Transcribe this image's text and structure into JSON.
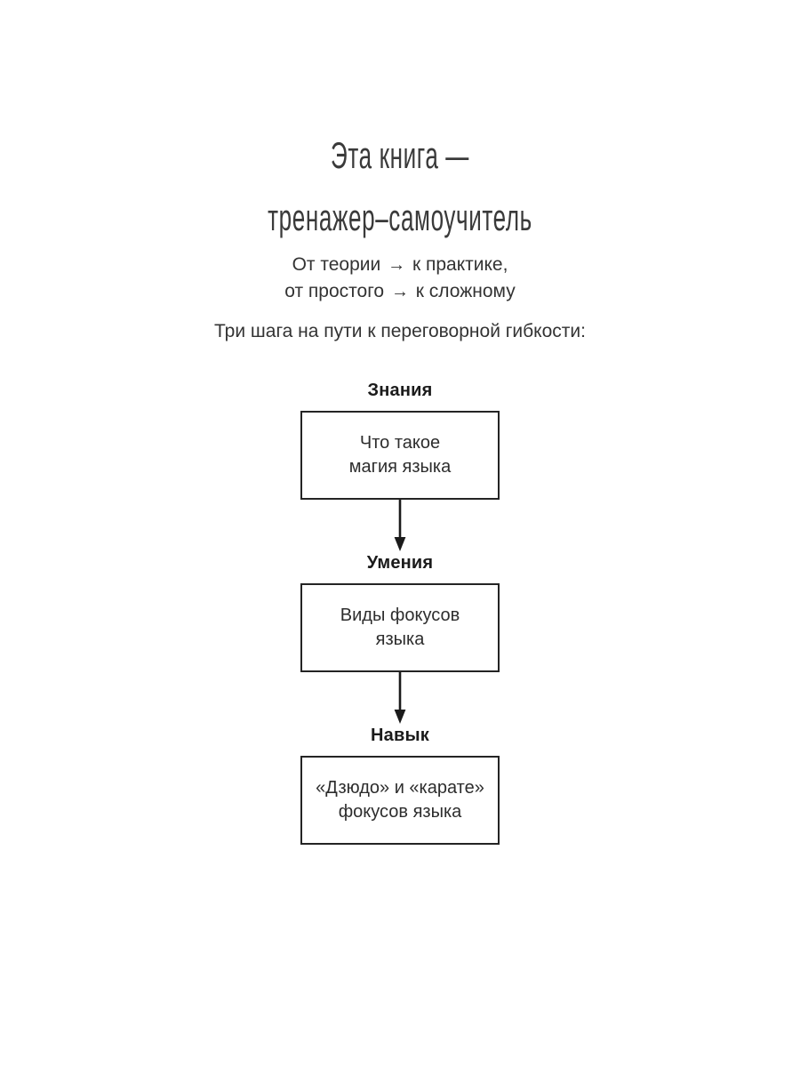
{
  "page": {
    "background": "#ffffff",
    "text_color": "#2d2d2d",
    "accent_color": "#242424"
  },
  "heading": {
    "line1": "Эта книга —",
    "line2": "тренажер–самоучитель"
  },
  "subtitle": {
    "line1_before": "От теории",
    "line1_arrow": "→",
    "line1_after": "к практике,",
    "line2_before": "от простого",
    "line2_arrow": "→",
    "line2_after": "к сложному"
  },
  "lead": {
    "text": "Три шага на пути к переговорной гибкости:"
  },
  "flow": {
    "arrow_symbol": "↓",
    "stages": [
      {
        "label": "Знания",
        "box_text": "Что такое\nмагия языка"
      },
      {
        "label": "Умения",
        "box_text": "Виды фокусов\nязыка"
      },
      {
        "label": "Навык",
        "box_text": "«Дзюдо» и «карате»\nфокусов языка"
      }
    ]
  }
}
